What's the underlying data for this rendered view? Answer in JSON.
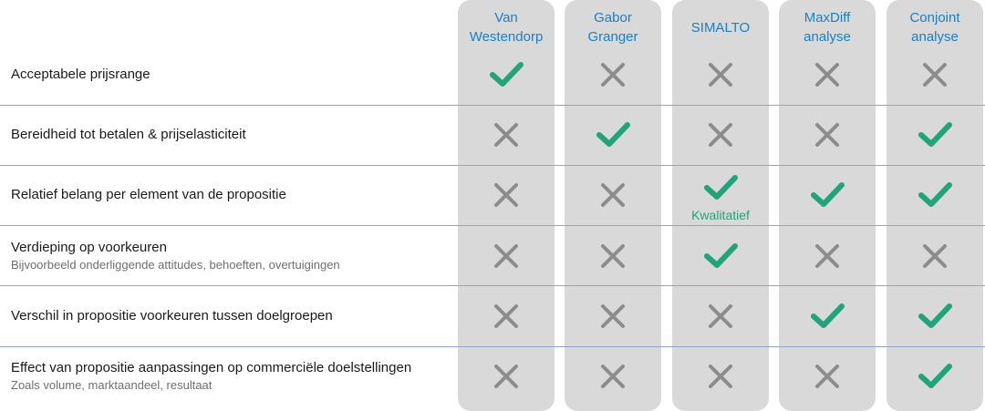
{
  "columns": [
    {
      "label": "Van\nWestendorp"
    },
    {
      "label": "Gabor\nGranger"
    },
    {
      "label": "SIMALTO"
    },
    {
      "label": "MaxDiff\nanalyse"
    },
    {
      "label": "Conjoint\nanalyse"
    }
  ],
  "rows": [
    {
      "title": "Acceptabele prijsrange",
      "subtitle": "",
      "marks": [
        "check",
        "cross",
        "cross",
        "cross",
        "cross"
      ],
      "note": ""
    },
    {
      "title": "Bereidheid tot betalen & prijselasticiteit",
      "subtitle": "",
      "marks": [
        "cross",
        "check",
        "cross",
        "cross",
        "check"
      ],
      "note": ""
    },
    {
      "title": "Relatief belang per element van de propositie",
      "subtitle": "",
      "marks": [
        "cross",
        "cross",
        "check",
        "check",
        "check"
      ],
      "note": "Kwalitatief"
    },
    {
      "title": "Verdieping op voorkeuren",
      "subtitle": "Bijvoorbeeld onderliggende attitudes, behoeften, overtuigingen",
      "marks": [
        "cross",
        "cross",
        "check",
        "cross",
        "cross"
      ],
      "note": ""
    },
    {
      "title": "Verschil in propositie voorkeuren tussen doelgroepen",
      "subtitle": "",
      "marks": [
        "cross",
        "cross",
        "cross",
        "check",
        "check"
      ],
      "note": ""
    },
    {
      "title": "Effect van propositie aanpassingen op commerciële doelstellingen",
      "subtitle": "Zoals volume, marktaandeel, resultaat",
      "marks": [
        "cross",
        "cross",
        "cross",
        "cross",
        "check"
      ],
      "note": ""
    }
  ],
  "colors": {
    "check": "#21a37c",
    "cross": "#8c8c8c",
    "header": "#1b7fc2",
    "divider": "#8ea5c9",
    "column_bg": "#d9d9d9"
  },
  "icons": {
    "check": "checkmark-icon",
    "cross": "cross-icon"
  }
}
